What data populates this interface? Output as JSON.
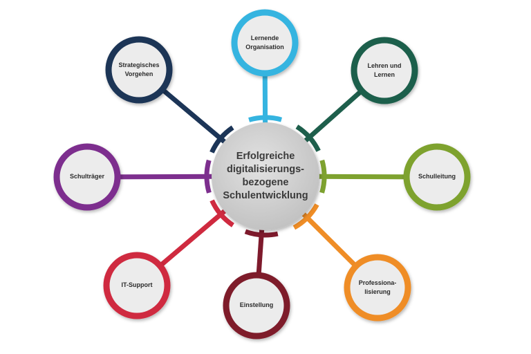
{
  "center": {
    "label": "Erfolgreiche\ndigitalisierungs-\nbezogene\nSchulentwicklung"
  },
  "nodes": [
    {
      "id": "lernende-organisation",
      "label": "Lernende\nOrganisation",
      "color": "#35b4e0"
    },
    {
      "id": "lehren-und-lernen",
      "label": "Lehren und\nLernen",
      "color": "#1e5f4c"
    },
    {
      "id": "schulleitung",
      "label": "Schulleitung",
      "color": "#7ea22f"
    },
    {
      "id": "professionalisierung",
      "label": "Professiona-\nlisierung",
      "color": "#ef8d26"
    },
    {
      "id": "einstellung",
      "label": "Einstellung",
      "color": "#7e1a2c"
    },
    {
      "id": "it-support",
      "label": "IT-Support",
      "color": "#cf2a3f"
    },
    {
      "id": "schultraeger",
      "label": "Schulträger",
      "color": "#7d2f8e"
    },
    {
      "id": "strategisches-vorgehen",
      "label": "Strategisches\nVorgehen",
      "color": "#1c3557"
    }
  ]
}
